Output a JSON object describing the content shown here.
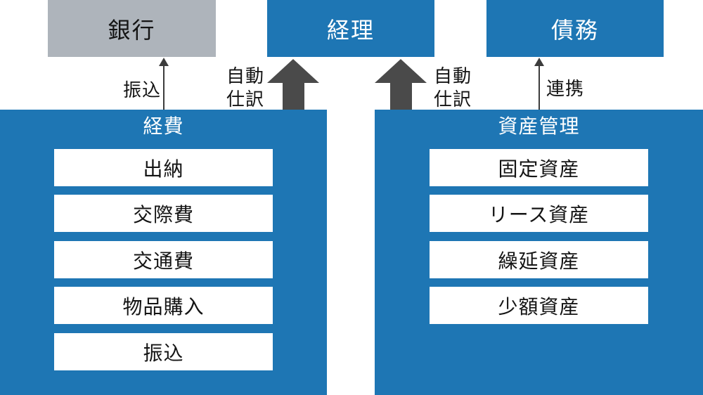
{
  "colors": {
    "panel-blue": "#1E76B4",
    "box-gray": "#AEB4BB",
    "arrow-dark": "#4A4A4A",
    "arrow-thin": "#3C3C3C",
    "text-on-blue": "#FFFFFF",
    "text-dark": "#141414"
  },
  "top_boxes": {
    "bank": "銀行",
    "accounting": "経理",
    "debt": "債務"
  },
  "connectors": {
    "transfer_label": "振込",
    "auto_journal_left_label": "自動\n仕訳",
    "auto_journal_right_label": "自動\n仕訳",
    "link_label": "連携"
  },
  "panels": {
    "expenses": {
      "title": "経費",
      "items": [
        "出納",
        "交際費",
        "交通費",
        "物品購入",
        "振込"
      ]
    },
    "assets": {
      "title": "資産管理",
      "items": [
        "固定資産",
        "リース資産",
        "繰延資産",
        "少額資産"
      ]
    }
  }
}
